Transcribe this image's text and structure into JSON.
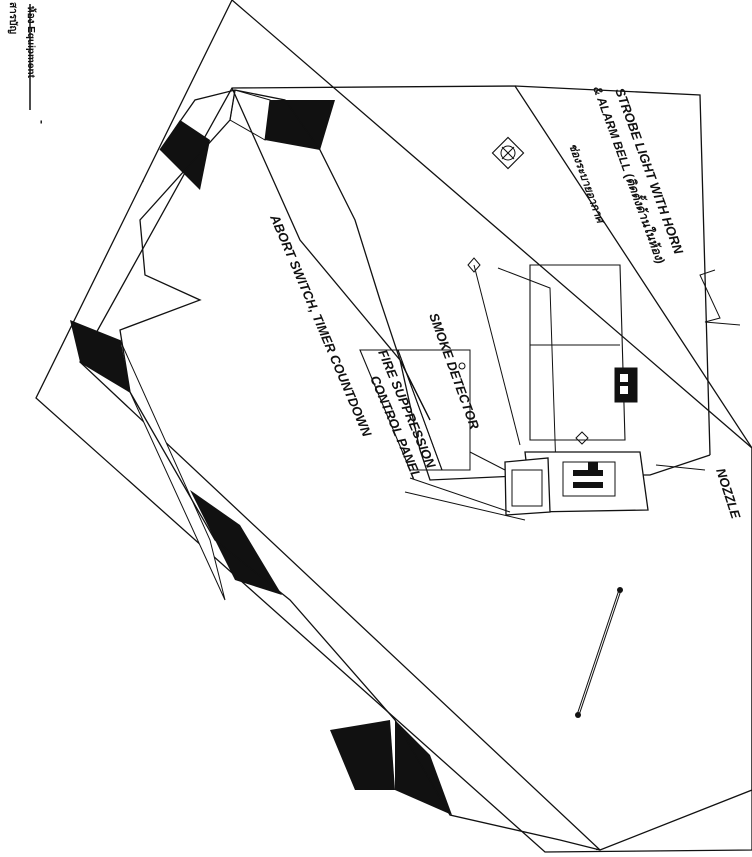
{
  "header": {
    "line1": "สารบัญ",
    "line2": "ห้อง Equipment"
  },
  "labels": {
    "strobe_line1": "STROBE LIGHT WITH HORN",
    "strobe_line2": "& ALARM BELL (ติดตั้งด้านในห้อง)",
    "strobe_line3": "ช่องระบายอากาศ",
    "smoke_detector": "SMOKE DETECTOR",
    "abort_line1": "ABORT SWITCH, TIMER COUNTDOWN",
    "abort_line2": "FIRE SUPPRESSION",
    "abort_line3": "CONTROL PANEL",
    "nozzle": "NOZZLE"
  },
  "colors": {
    "ink": "#111111",
    "paper": "#ffffff"
  }
}
